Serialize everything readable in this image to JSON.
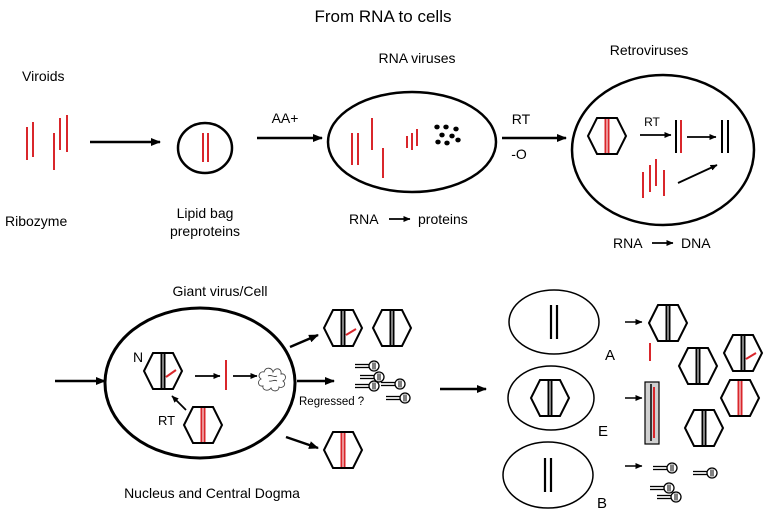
{
  "title": "From RNA to cells",
  "labels": {
    "viroids": "Viroids",
    "ribozyme": "Ribozyme",
    "lipid_bag_line1": "Lipid bag",
    "lipid_bag_line2": "preproteins",
    "aa_plus": "AA+",
    "rna_viruses": "RNA viruses",
    "rna_proteins_a": "RNA",
    "rna_proteins_b": "proteins",
    "rt_top": "RT",
    "minus_o": "-O",
    "retroviruses": "Retroviruses",
    "rt_inner": "RT",
    "rna_dna_a": "RNA",
    "rna_dna_b": "DNA",
    "giant_virus": "Giant virus/Cell",
    "n_label": "N",
    "rt_giant": "RT",
    "regressed": "Regressed ?",
    "nucleus_dogma": "Nucleus and Central Dogma",
    "cell_a": "A",
    "cell_e": "E",
    "cell_b": "B"
  },
  "colors": {
    "rna_strand": "#d9262b",
    "dna_strand": "#000000",
    "outline": "#000000",
    "box_fill": "#d0d0d0"
  }
}
